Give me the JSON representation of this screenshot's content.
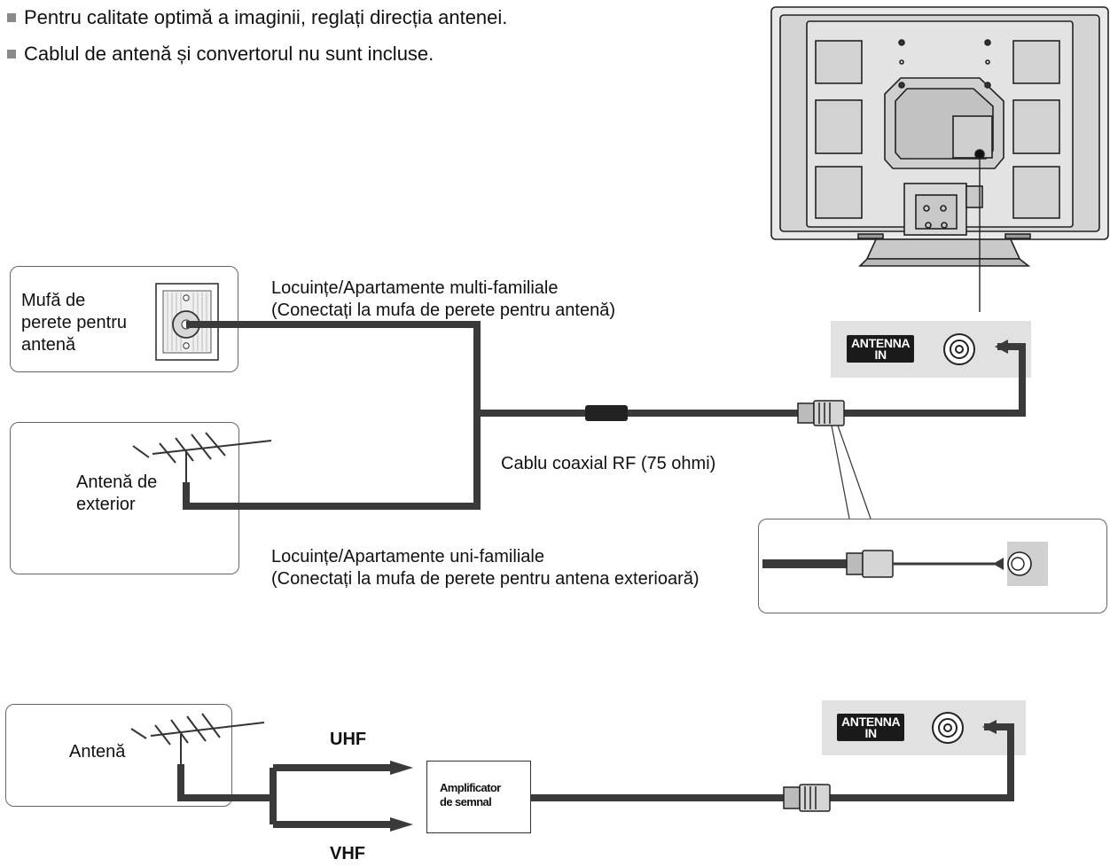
{
  "notes": [
    "Pentru calitate optimă a imaginii, reglați direcția antenei.",
    "Cablul de antenă și convertorul nu sunt incluse."
  ],
  "top_diagram": {
    "wall_socket_label": [
      "Mufă de",
      "perete pentru",
      "antenă"
    ],
    "outdoor_antenna_label": [
      "Antenă de",
      "exterior"
    ],
    "multi_family_label": [
      "Locuințe/Apartamente multi-familiale",
      "(Conectați la mufa de perete pentru antenă)"
    ],
    "single_family_label": [
      "Locuințe/Apartamente uni-familiale",
      "(Conectați la mufa de perete pentru antena exterioară)"
    ],
    "cable_label": "Cablu coaxial RF (75 ohmi)",
    "port_badge": [
      "ANTENNA",
      "IN"
    ]
  },
  "bottom_diagram": {
    "antenna_label": "Antenă",
    "uhf_label": "UHF",
    "vhf_label": "VHF",
    "amplifier_label": [
      "Amplificator",
      "de semnal"
    ],
    "port_badge": [
      "ANTENNA",
      "IN"
    ]
  },
  "colors": {
    "cable": "#3a3a3a",
    "panel": "#e1e1e1",
    "bullet": "#8a8a8a",
    "badge": "#1a1a1a"
  }
}
